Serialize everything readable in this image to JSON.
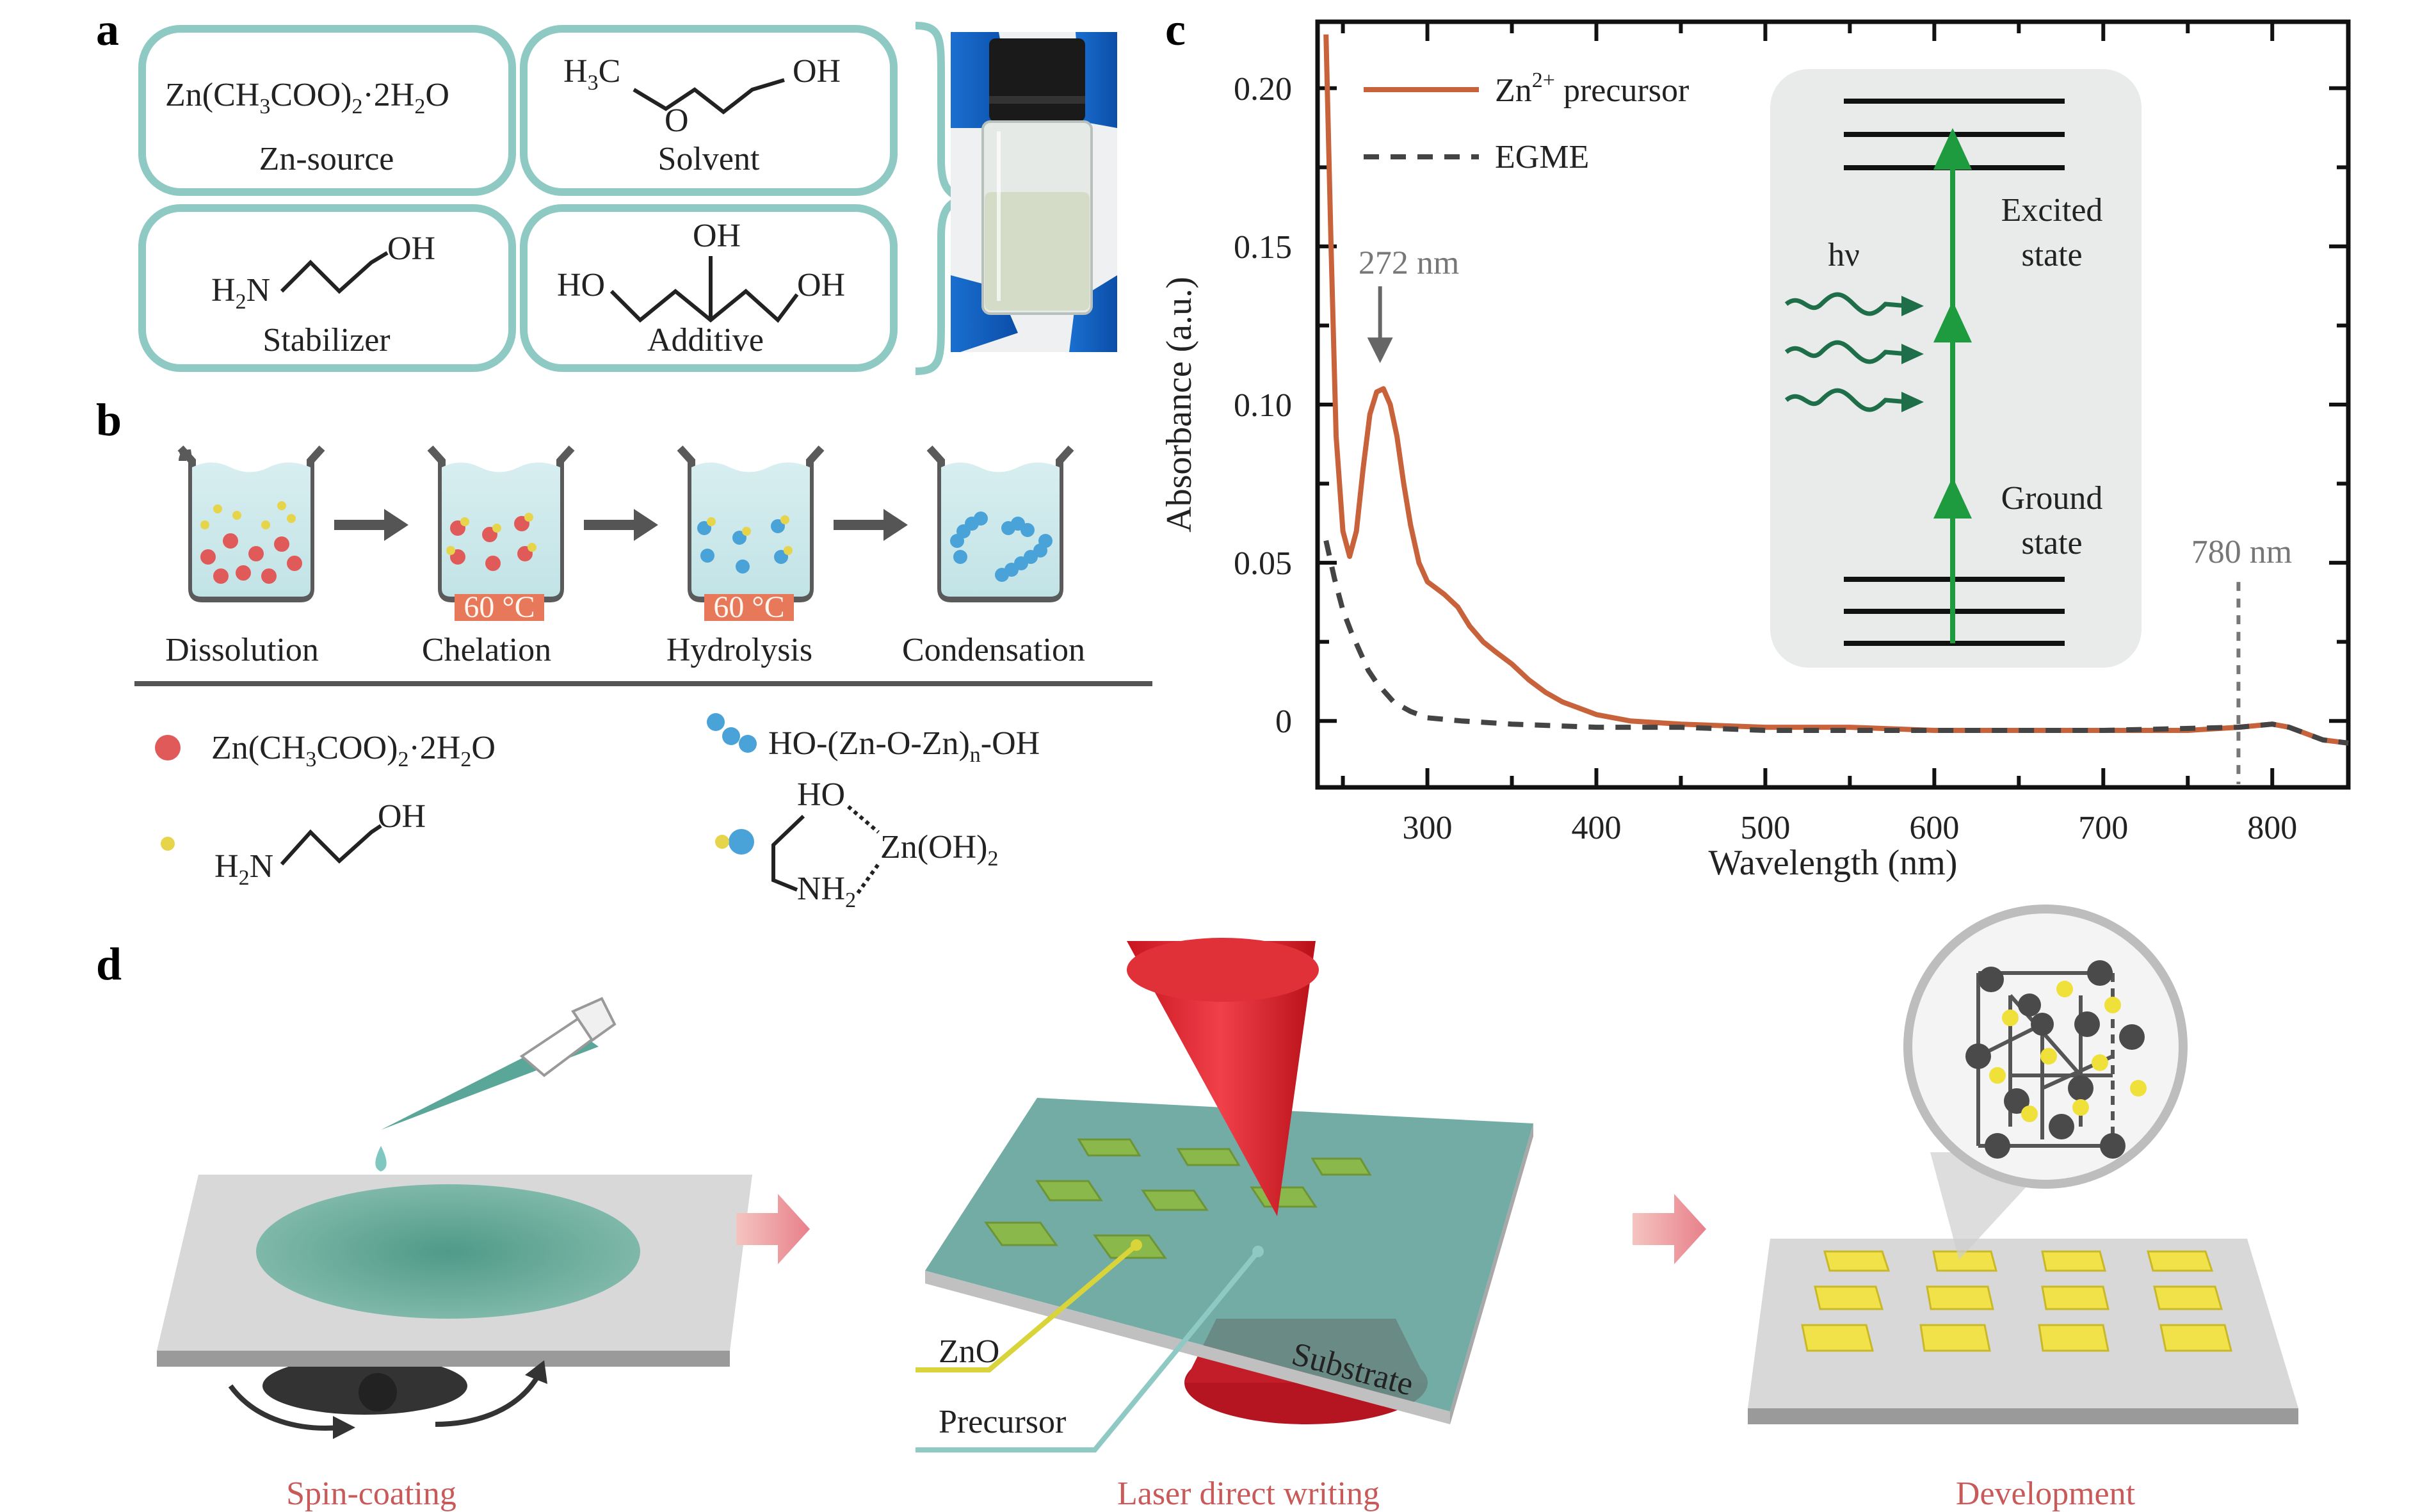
{
  "colors": {
    "teal_box": "#8fc9c4",
    "precursor_line": "#c8623a",
    "egme_line": "#444444",
    "arrow_green": "#1e9a3f",
    "photon_green": "#1f6e4a",
    "zn_red": "#e05a5a",
    "stabilizer_yellow": "#e6d44a",
    "cluster_blue": "#4aa3d8",
    "heater": "#e8785a",
    "process_arrow": "#e8908a",
    "caption_red": "#c85a5a"
  },
  "panel_labels": {
    "a": "a",
    "b": "b",
    "c": "c",
    "d": "d"
  },
  "panel_a": {
    "zn_source": {
      "formula_a": "Zn(CH",
      "sub1": "3",
      "formula_b": "COO)",
      "sub2": "2",
      "formula_c": "·2H",
      "sub3": "2",
      "formula_d": "O",
      "label": "Zn-source"
    },
    "solvent": {
      "h3c": "H",
      "h3c_sub": "3",
      "h3c_c": "C",
      "o": "O",
      "oh": "OH",
      "label": "Solvent"
    },
    "stabilizer": {
      "h2n": "H",
      "h2n_sub": "2",
      "h2n_n": "N",
      "oh": "OH",
      "label": "Stabilizer"
    },
    "additive": {
      "oh_top": "OH",
      "ho_left": "HO",
      "oh_right": "OH",
      "label": "Additive"
    }
  },
  "panel_b": {
    "steps": [
      "Dissolution",
      "Chelation",
      "Hydrolysis",
      "Condensation"
    ],
    "heater_label": "60 °C",
    "legend": {
      "zn_a": "Zn(CH",
      "zn_s1": "3",
      "zn_b": "COO)",
      "zn_s2": "2",
      "zn_c": "·2H",
      "zn_s3": "2",
      "zn_d": "O",
      "mea_h": "H",
      "mea_sub": "2",
      "mea_n": "N",
      "mea_oh": "OH",
      "chain_a": "HO-(Zn-O-Zn)",
      "chain_sub": "n",
      "chain_b": "-OH",
      "complex_ho": "HO",
      "complex_nh": "NH",
      "complex_nh_sub": "2",
      "complex_zn": "Zn(OH)",
      "complex_zn_sub": "2"
    }
  },
  "chart_data": {
    "type": "line",
    "xlabel": "Wavelength (nm)",
    "ylabel": "Absorbance (a.u.)",
    "xlim": [
      235,
      845
    ],
    "ylim": [
      -0.021,
      0.221
    ],
    "xticks": [
      300,
      400,
      500,
      600,
      700,
      800
    ],
    "yticks": [
      0,
      0.05,
      0.1,
      0.15,
      0.2
    ],
    "ytick_labels": [
      "0",
      "0.05",
      "0.10",
      "0.15",
      "0.20"
    ],
    "series": [
      {
        "name_main": "Zn",
        "name_sup": "2+",
        "name_rest": " precursor",
        "style": "solid",
        "x": [
          240,
          243,
          246,
          250,
          254,
          258,
          262,
          266,
          270,
          274,
          278,
          282,
          286,
          290,
          295,
          300,
          305,
          310,
          318,
          325,
          333,
          340,
          350,
          360,
          370,
          380,
          390,
          400,
          420,
          450,
          500,
          550,
          600,
          650,
          700,
          750,
          780,
          800,
          810,
          820,
          830,
          845
        ],
        "y": [
          0.217,
          0.15,
          0.09,
          0.06,
          0.052,
          0.06,
          0.08,
          0.097,
          0.104,
          0.105,
          0.1,
          0.09,
          0.075,
          0.062,
          0.05,
          0.044,
          0.042,
          0.04,
          0.036,
          0.03,
          0.025,
          0.022,
          0.018,
          0.013,
          0.009,
          0.006,
          0.004,
          0.002,
          0.0,
          -0.001,
          -0.002,
          -0.002,
          -0.003,
          -0.003,
          -0.003,
          -0.003,
          -0.002,
          -0.001,
          -0.002,
          -0.004,
          -0.006,
          -0.007
        ]
      },
      {
        "name": "EGME",
        "style": "dashed",
        "x": [
          240,
          245,
          250,
          255,
          260,
          265,
          270,
          275,
          280,
          290,
          300,
          320,
          350,
          400,
          450,
          500,
          600,
          700,
          780,
          800,
          810,
          820,
          830,
          845
        ],
        "y": [
          0.057,
          0.045,
          0.035,
          0.028,
          0.022,
          0.016,
          0.012,
          0.009,
          0.006,
          0.003,
          0.001,
          0.0,
          -0.001,
          -0.002,
          -0.002,
          -0.003,
          -0.003,
          -0.003,
          -0.002,
          -0.001,
          -0.002,
          -0.004,
          -0.006,
          -0.007
        ]
      }
    ],
    "annotations": [
      {
        "text": "272 nm",
        "x": 272,
        "y": 0.105
      },
      {
        "text": "780 nm",
        "x": 780,
        "y": 0.05
      }
    ],
    "inset": {
      "photon": "hν",
      "excited_1": "Excited",
      "excited_2": "state",
      "ground_1": "Ground",
      "ground_2": "state"
    }
  },
  "panel_d": {
    "captions": [
      "Spin-coating",
      "Laser direct writing",
      "Development"
    ],
    "labels": {
      "zno": "ZnO",
      "precursor": "Precursor",
      "substrate": "Substrate"
    }
  }
}
